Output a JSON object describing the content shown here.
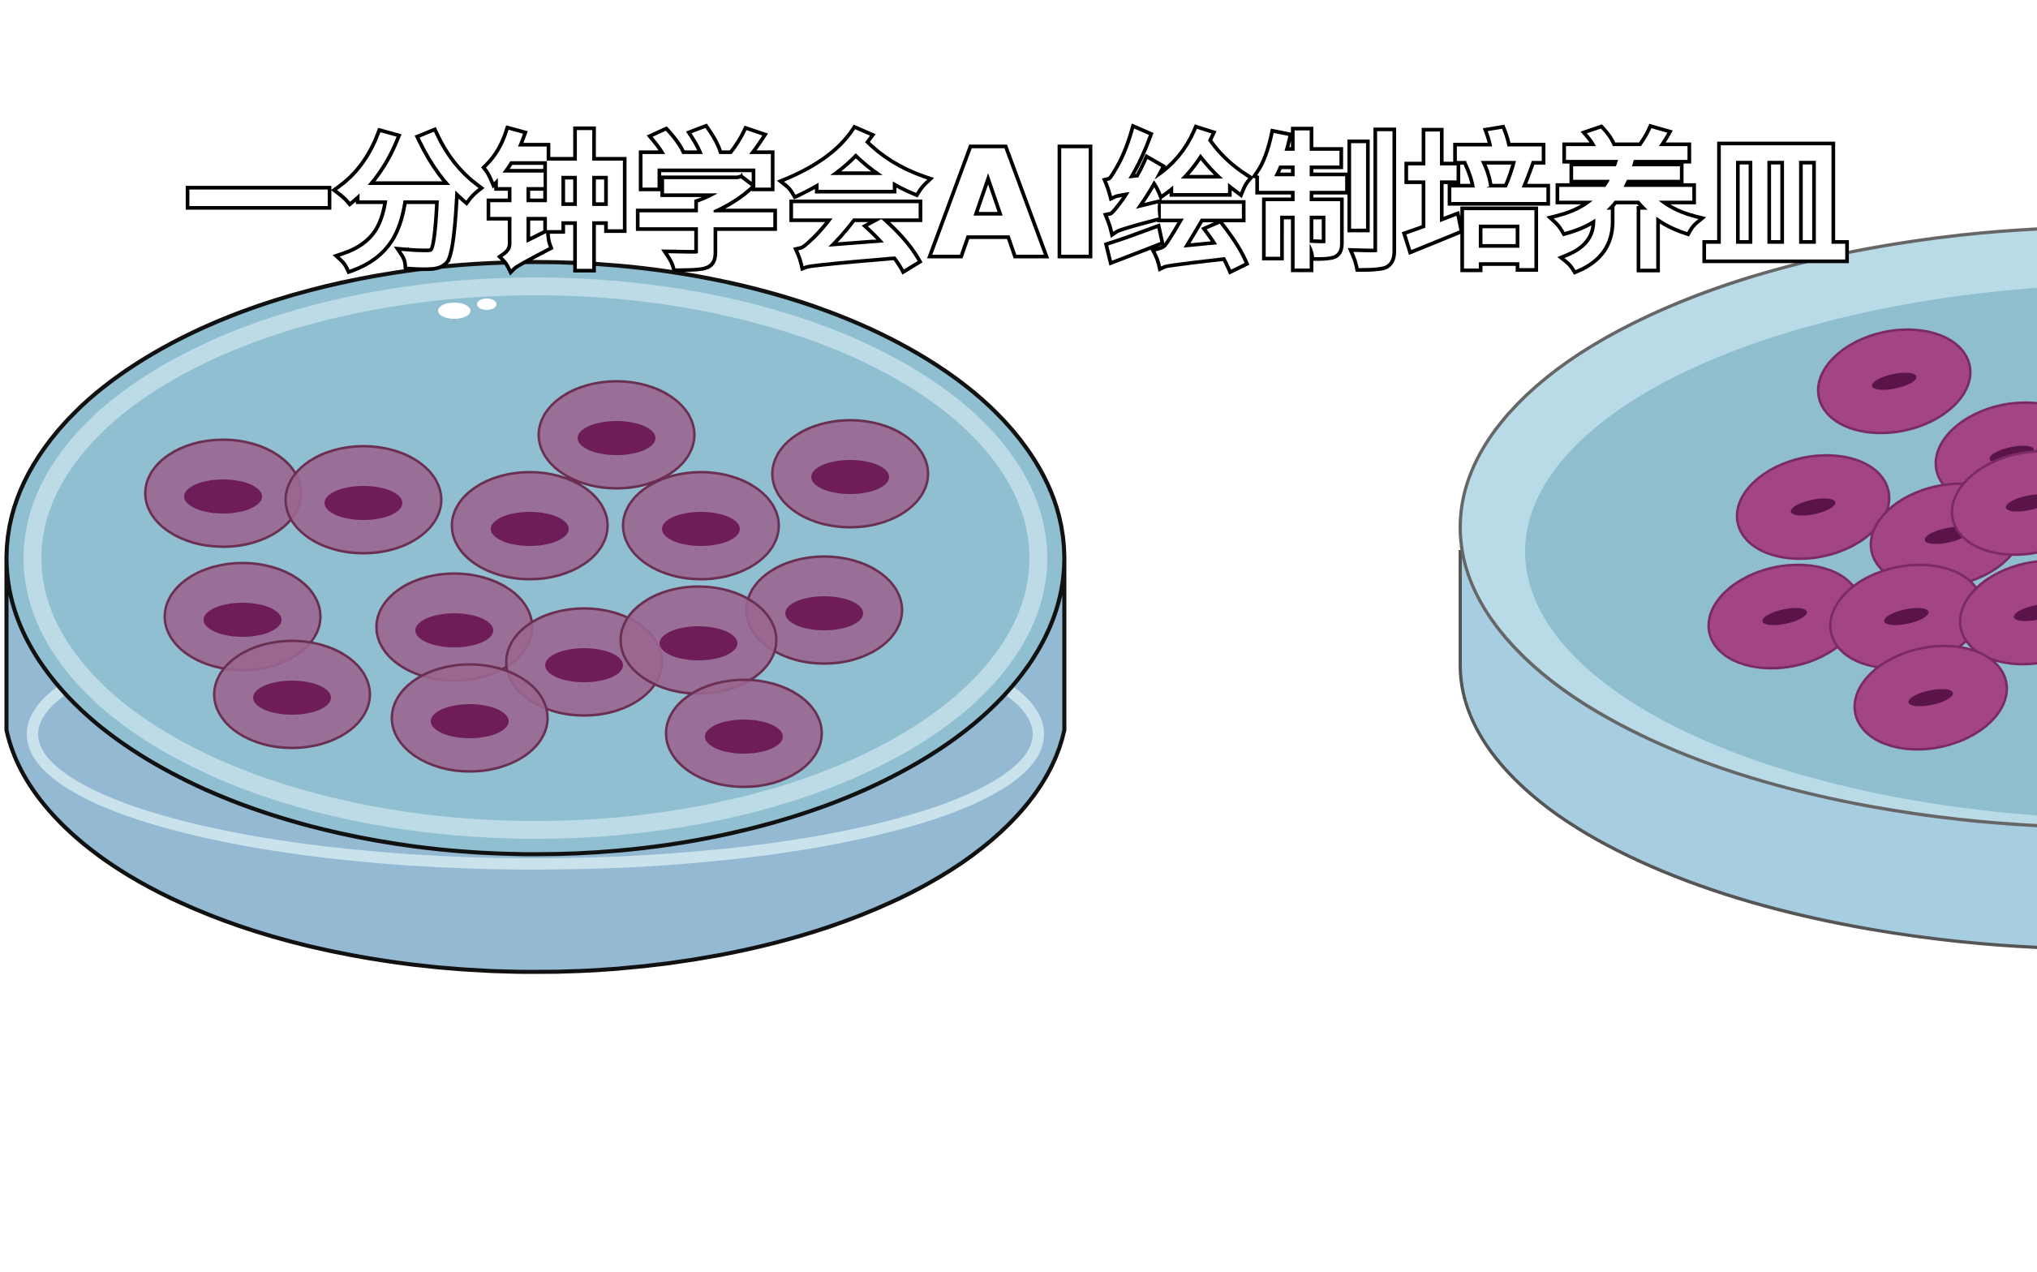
{
  "title": "一分钟学会AI绘制培养皿",
  "colors": {
    "dish_fill": "#8fbfd0",
    "dish_side": "#93b9d3",
    "rim_highlight": "#d7ecf2",
    "cell_fill": "#9a6690",
    "cell_stroke": "#6b2f52",
    "nucleus": "#6e1d58",
    "ai_cell_fill": "#a34584"
  },
  "left_dish": {
    "style": "vector illustration",
    "cell_count": 14
  },
  "right_dish": {
    "style": "AI-generated raster",
    "cell_count": 9
  }
}
